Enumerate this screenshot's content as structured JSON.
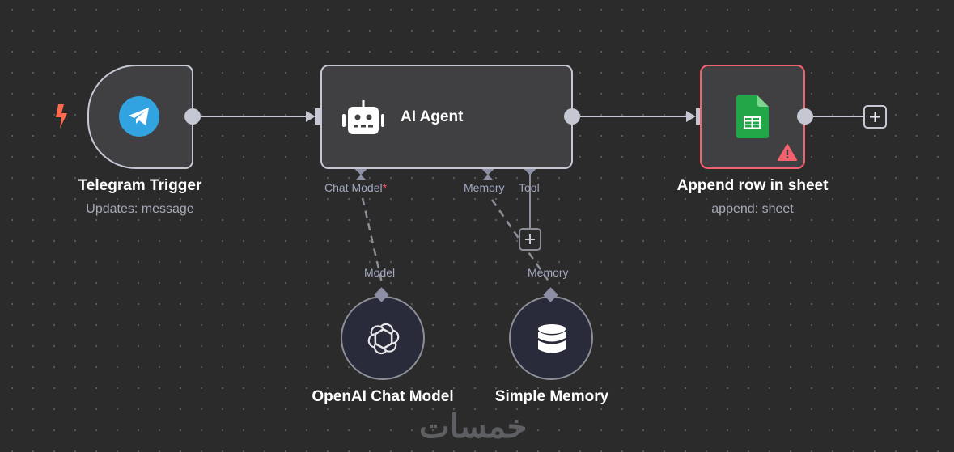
{
  "canvas": {
    "colors": {
      "background": "#2b2b2c",
      "node_fill": "#404042",
      "node_border": "#c5c8d2",
      "error_border": "#f2616c",
      "connection": "#c5c8d2",
      "sub_port": "#8d8fa5",
      "sub_node_fill": "#2a2b3a",
      "label": "#a2a7bf",
      "required": "#ff5a66",
      "trigger": "#ff6a4d",
      "telegram": "#30a3e0",
      "sheets": "#21a747"
    }
  },
  "nodes": {
    "telegram": {
      "title": "Telegram Trigger",
      "subtitle": "Updates: message",
      "icon": "telegram-icon",
      "trigger_icon": "lightning-bolt-icon"
    },
    "agent": {
      "title": "AI Agent",
      "icon": "robot-icon",
      "ports": {
        "chat_model": "Chat Model",
        "chat_model_required": "*",
        "memory": "Memory",
        "tool": "Tool"
      }
    },
    "sheets": {
      "title": "Append row in sheet",
      "subtitle": "append: sheet",
      "icon": "google-sheets-icon",
      "status_icon": "warning-icon",
      "status": "error"
    },
    "openai": {
      "title": "OpenAI Chat Model",
      "port_label": "Model",
      "icon": "openai-icon"
    },
    "memory": {
      "title": "Simple Memory",
      "port_label": "Memory",
      "icon": "database-icon"
    }
  },
  "watermark": {
    "text": "خمسات"
  }
}
